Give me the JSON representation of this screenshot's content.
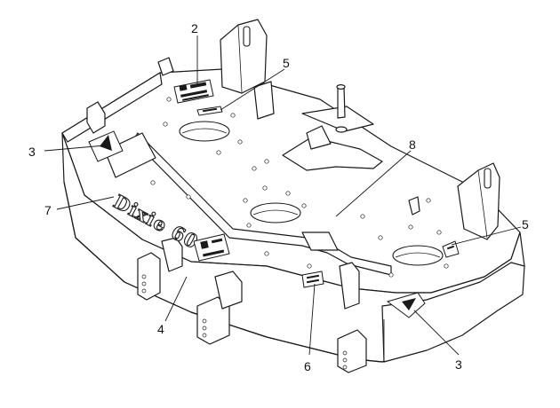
{
  "diagram": {
    "callouts": [
      {
        "id": "c2a",
        "label": "2"
      },
      {
        "id": "c5a",
        "label": "5"
      },
      {
        "id": "c8",
        "label": "8"
      },
      {
        "id": "c3a",
        "label": "3"
      },
      {
        "id": "c7",
        "label": "7"
      },
      {
        "id": "c5b",
        "label": "5"
      },
      {
        "id": "c4",
        "label": "4"
      },
      {
        "id": "c6",
        "label": "6"
      },
      {
        "id": "c3b",
        "label": "3"
      }
    ],
    "brand_text": "Dixie 60"
  }
}
